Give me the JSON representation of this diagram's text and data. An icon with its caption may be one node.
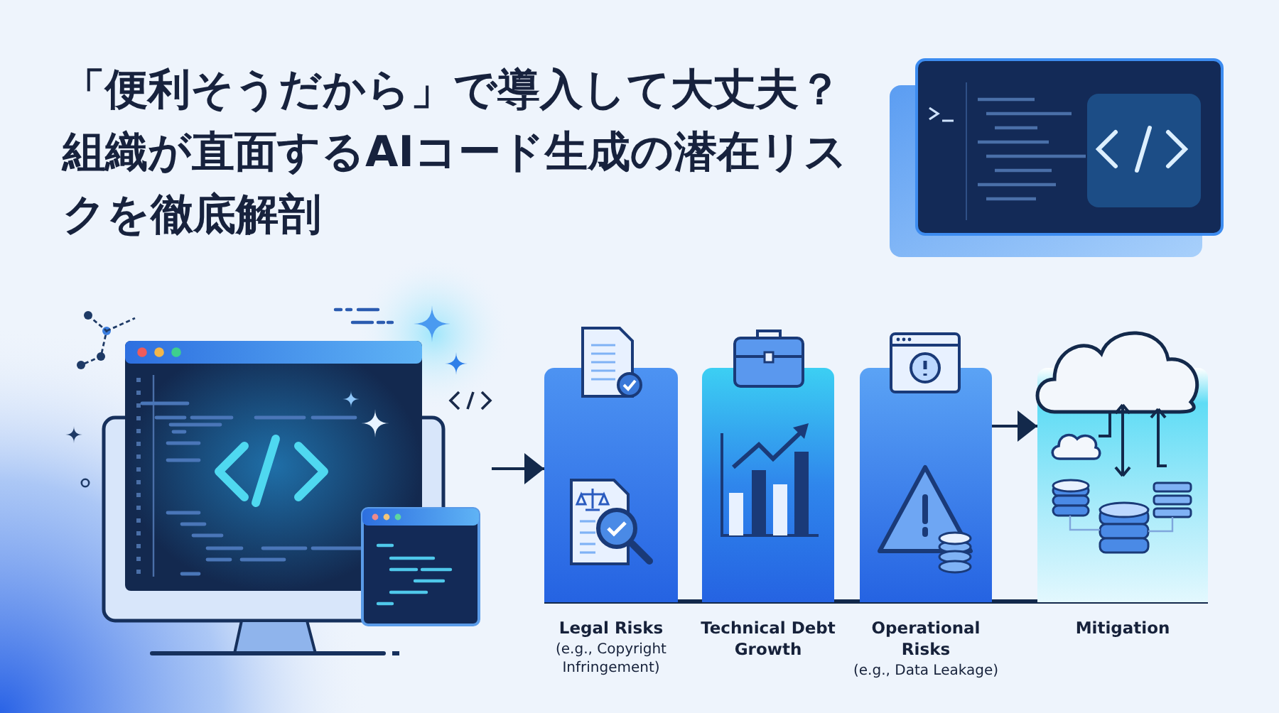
{
  "diagram": {
    "title": "「便利そうだから」で導入して大丈夫？組織が直面するAIコード生成の潜在リスクを徹底解剖",
    "nodes": [
      {
        "text": [],
        "shape": "picture"
      },
      {
        "text": [
          "Legal Risks",
          "(e.g., Copyright Infringement)"
        ]
      },
      {
        "text": [
          "Technical Debt Growth"
        ]
      },
      {
        "text": [
          "Operational Risks",
          "(e.g., Data Leakage)"
        ]
      },
      {
        "text": [
          "Mitigation"
        ]
      }
    ],
    "edges": [
      {
        "from": 0,
        "to": 1,
        "arrow": "to"
      },
      {
        "from": 3,
        "to": 4,
        "arrow": "to"
      }
    ]
  }
}
